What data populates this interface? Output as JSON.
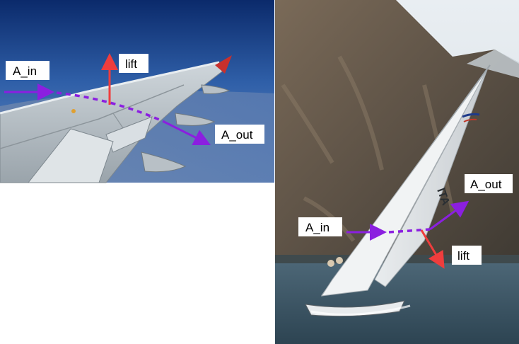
{
  "colors": {
    "flow_arrow": "#8B1FE0",
    "lift_arrow": "#EF3D3D",
    "label_bg": "#FFFFFF"
  },
  "wing_panel": {
    "labels": {
      "inflow": "A_in",
      "lift": "lift",
      "outflow": "A_out"
    }
  },
  "sail_panel": {
    "labels": {
      "inflow": "A_in",
      "lift": "lift",
      "outflow": "A_out"
    },
    "hull_text": "ITA"
  }
}
